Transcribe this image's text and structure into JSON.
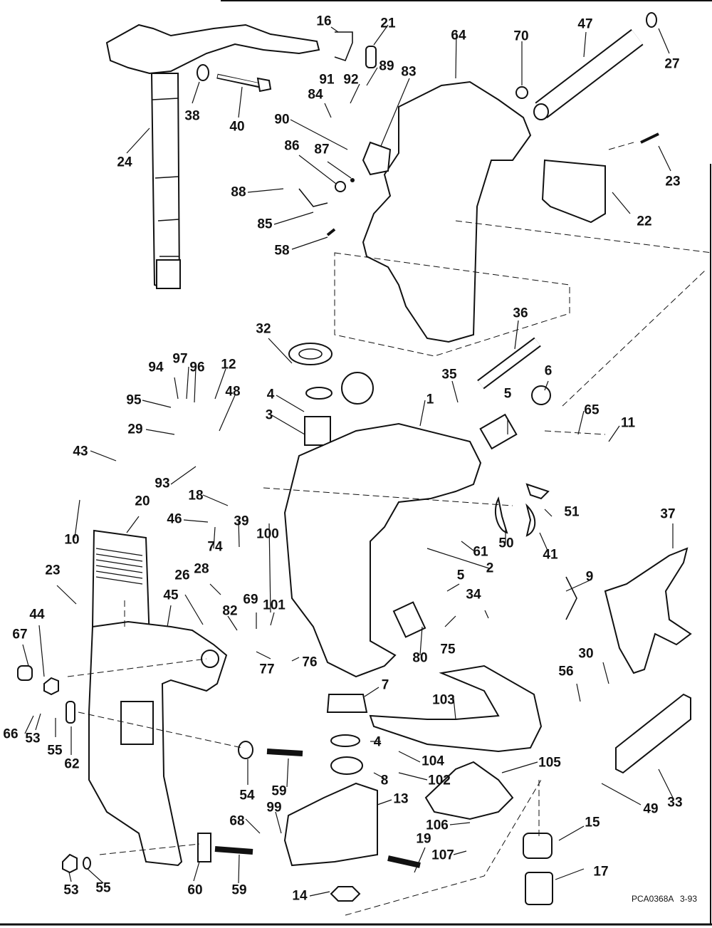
{
  "diagram": {
    "title": "Exploded parts diagram - swivel bracket / stern bracket assembly",
    "drawing_code": "PCA0368A",
    "date_code": "3-93",
    "callouts": [
      {
        "id": "c16",
        "label": "16"
      },
      {
        "id": "c21",
        "label": "21"
      },
      {
        "id": "c64",
        "label": "64"
      },
      {
        "id": "c70",
        "label": "70"
      },
      {
        "id": "c47",
        "label": "47"
      },
      {
        "id": "c27",
        "label": "27"
      },
      {
        "id": "c38",
        "label": "38"
      },
      {
        "id": "c40",
        "label": "40"
      },
      {
        "id": "c24",
        "label": "24"
      },
      {
        "id": "c91",
        "label": "91"
      },
      {
        "id": "c92",
        "label": "92"
      },
      {
        "id": "c89",
        "label": "89"
      },
      {
        "id": "c83",
        "label": "83"
      },
      {
        "id": "c84",
        "label": "84"
      },
      {
        "id": "c90",
        "label": "90"
      },
      {
        "id": "c86",
        "label": "86"
      },
      {
        "id": "c87",
        "label": "87"
      },
      {
        "id": "c88",
        "label": "88"
      },
      {
        "id": "c85",
        "label": "85"
      },
      {
        "id": "c58",
        "label": "58"
      },
      {
        "id": "c23a",
        "label": "23"
      },
      {
        "id": "c22",
        "label": "22"
      },
      {
        "id": "c36",
        "label": "36"
      },
      {
        "id": "c32",
        "label": "32"
      },
      {
        "id": "c35",
        "label": "35"
      },
      {
        "id": "c6",
        "label": "6"
      },
      {
        "id": "c94",
        "label": "94"
      },
      {
        "id": "c97",
        "label": "97"
      },
      {
        "id": "c96",
        "label": "96"
      },
      {
        "id": "c12",
        "label": "12"
      },
      {
        "id": "c48",
        "label": "48"
      },
      {
        "id": "c4a",
        "label": "4"
      },
      {
        "id": "c3",
        "label": "3"
      },
      {
        "id": "c1",
        "label": "1"
      },
      {
        "id": "c5a",
        "label": "5"
      },
      {
        "id": "c65",
        "label": "65"
      },
      {
        "id": "c11",
        "label": "11"
      },
      {
        "id": "c95",
        "label": "95"
      },
      {
        "id": "c29",
        "label": "29"
      },
      {
        "id": "c43",
        "label": "43"
      },
      {
        "id": "c93",
        "label": "93"
      },
      {
        "id": "c18",
        "label": "18"
      },
      {
        "id": "c20",
        "label": "20"
      },
      {
        "id": "c10",
        "label": "10"
      },
      {
        "id": "c46",
        "label": "46"
      },
      {
        "id": "c39",
        "label": "39"
      },
      {
        "id": "c100",
        "label": "100"
      },
      {
        "id": "c74",
        "label": "74"
      },
      {
        "id": "c51",
        "label": "51"
      },
      {
        "id": "c37",
        "label": "37"
      },
      {
        "id": "c61",
        "label": "61"
      },
      {
        "id": "c50",
        "label": "50"
      },
      {
        "id": "c41",
        "label": "41"
      },
      {
        "id": "c2",
        "label": "2"
      },
      {
        "id": "c23b",
        "label": "23"
      },
      {
        "id": "c28",
        "label": "28"
      },
      {
        "id": "c26",
        "label": "26"
      },
      {
        "id": "c45",
        "label": "45"
      },
      {
        "id": "c69",
        "label": "69"
      },
      {
        "id": "c101",
        "label": "101"
      },
      {
        "id": "c82",
        "label": "82"
      },
      {
        "id": "c5b",
        "label": "5"
      },
      {
        "id": "c9",
        "label": "9"
      },
      {
        "id": "c34",
        "label": "34"
      },
      {
        "id": "c44",
        "label": "44"
      },
      {
        "id": "c67",
        "label": "67"
      },
      {
        "id": "c80",
        "label": "80"
      },
      {
        "id": "c75",
        "label": "75"
      },
      {
        "id": "c77",
        "label": "77"
      },
      {
        "id": "c76",
        "label": "76"
      },
      {
        "id": "c30",
        "label": "30"
      },
      {
        "id": "c56",
        "label": "56"
      },
      {
        "id": "c7",
        "label": "7"
      },
      {
        "id": "c103",
        "label": "103"
      },
      {
        "id": "c66",
        "label": "66"
      },
      {
        "id": "c53a",
        "label": "53"
      },
      {
        "id": "c55a",
        "label": "55"
      },
      {
        "id": "c62",
        "label": "62"
      },
      {
        "id": "c4b",
        "label": "4"
      },
      {
        "id": "c104",
        "label": "104"
      },
      {
        "id": "c54",
        "label": "54"
      },
      {
        "id": "c59a",
        "label": "59"
      },
      {
        "id": "c102",
        "label": "102"
      },
      {
        "id": "c8",
        "label": "8"
      },
      {
        "id": "c105",
        "label": "105"
      },
      {
        "id": "c49",
        "label": "49"
      },
      {
        "id": "c33",
        "label": "33"
      },
      {
        "id": "c13",
        "label": "13"
      },
      {
        "id": "c68",
        "label": "68"
      },
      {
        "id": "c99",
        "label": "99"
      },
      {
        "id": "c106",
        "label": "106"
      },
      {
        "id": "c15",
        "label": "15"
      },
      {
        "id": "c19",
        "label": "19"
      },
      {
        "id": "c107",
        "label": "107"
      },
      {
        "id": "c53b",
        "label": "53"
      },
      {
        "id": "c55b",
        "label": "55"
      },
      {
        "id": "c60",
        "label": "60"
      },
      {
        "id": "c59b",
        "label": "59"
      },
      {
        "id": "c14",
        "label": "14"
      },
      {
        "id": "c17",
        "label": "17"
      }
    ]
  }
}
